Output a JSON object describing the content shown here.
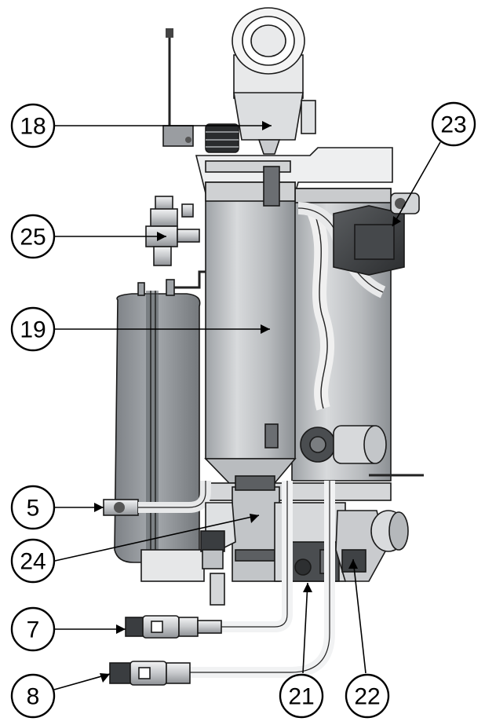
{
  "callouts": {
    "c18": "18",
    "c23": "23",
    "c25": "25",
    "c19": "19",
    "c5": "5",
    "c24": "24",
    "c7": "7",
    "c8": "8",
    "c21": "21",
    "c22": "22"
  },
  "colors": {
    "tank_gray": "#8e9297",
    "cylinder_gray": "#b7bbbf",
    "dark_part": "#3c3f42",
    "pipe_light": "#e6e7e8",
    "metal": "#d3d5d8"
  }
}
